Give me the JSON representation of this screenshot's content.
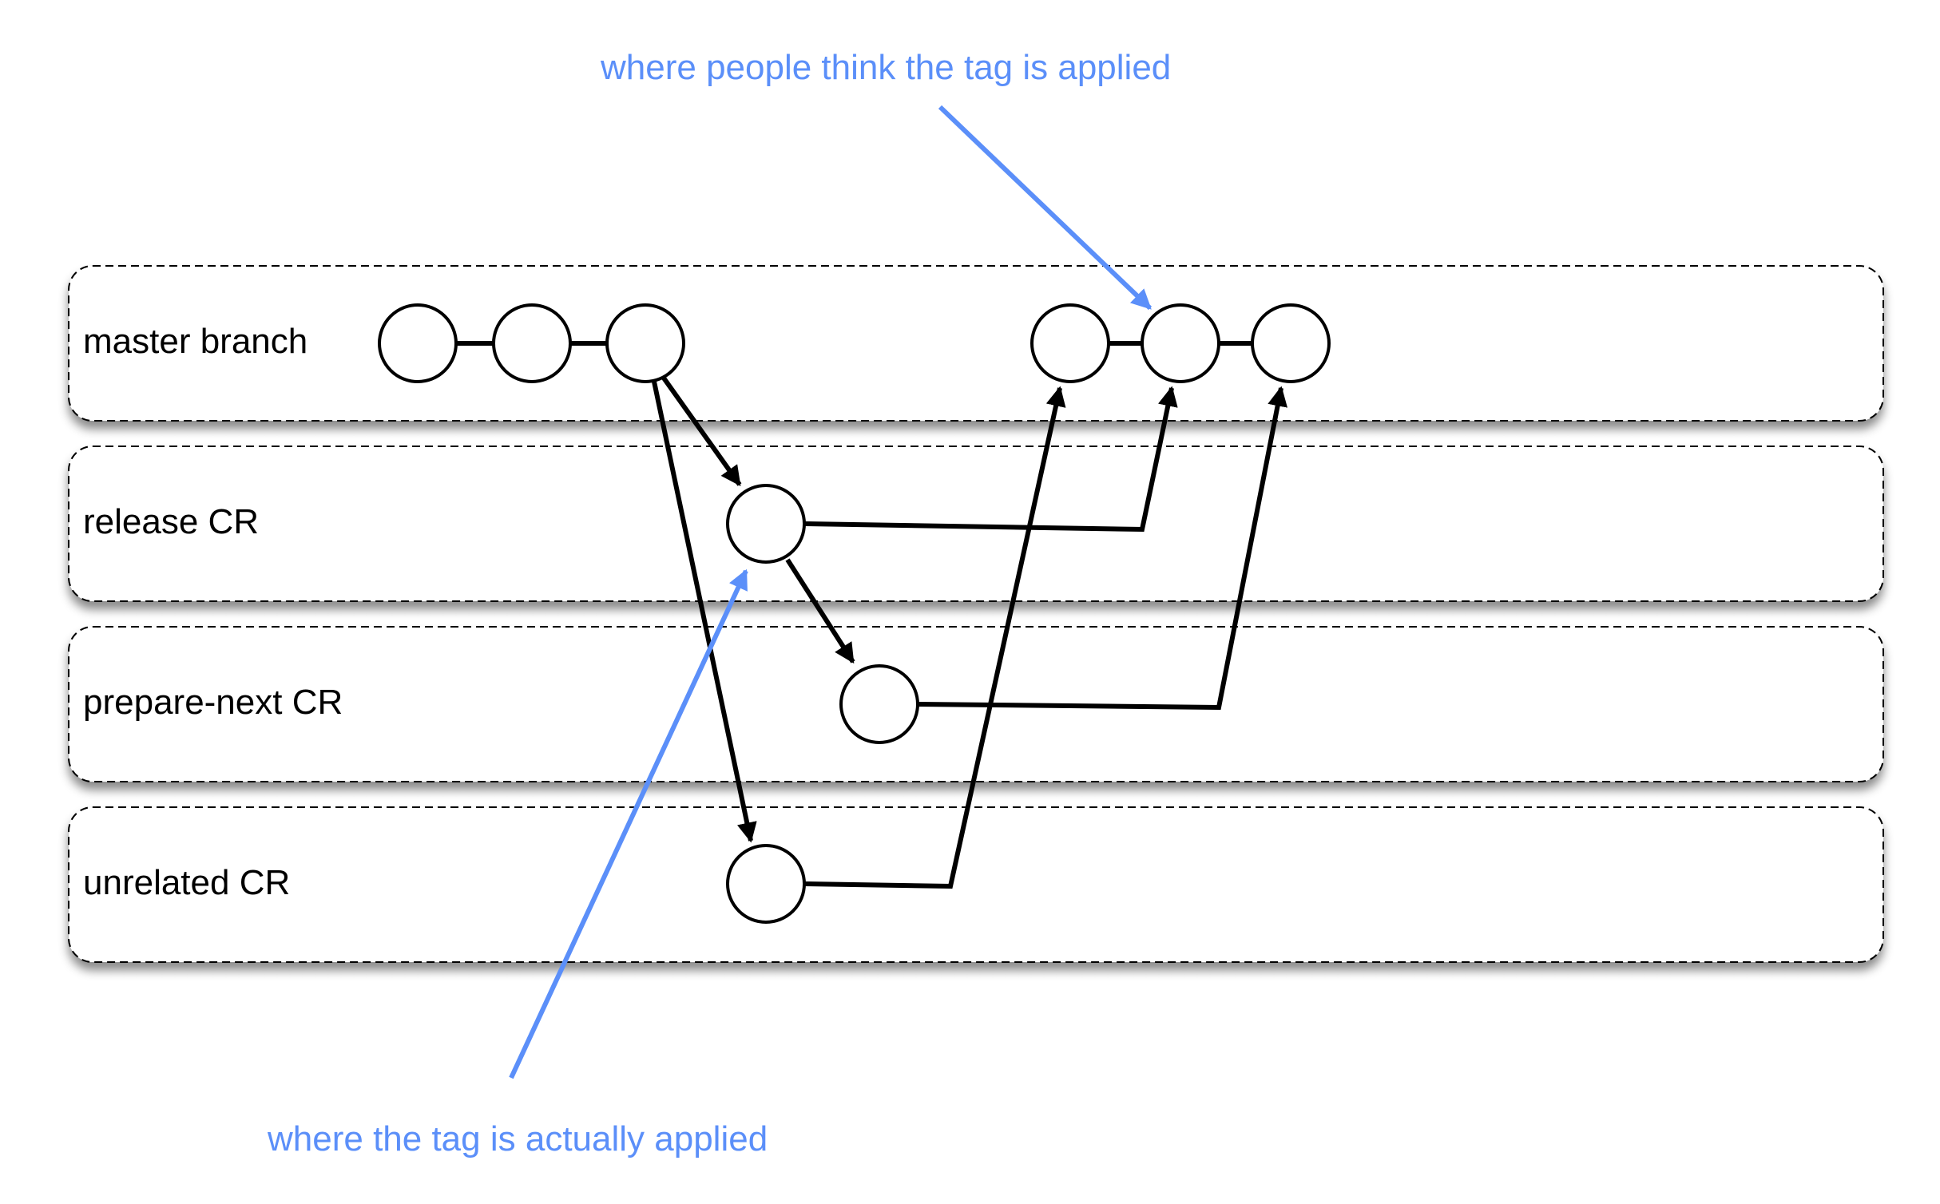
{
  "lanes": [
    {
      "label": "master branch"
    },
    {
      "label": "release CR"
    },
    {
      "label": "prepare-next CR"
    },
    {
      "label": "unrelated CR"
    }
  ],
  "annotations": {
    "top": "where people think the tag is applied",
    "bottom": "where the tag is actually applied"
  },
  "colors": {
    "annotation": "#5b8ff9",
    "lines": "#000000"
  }
}
